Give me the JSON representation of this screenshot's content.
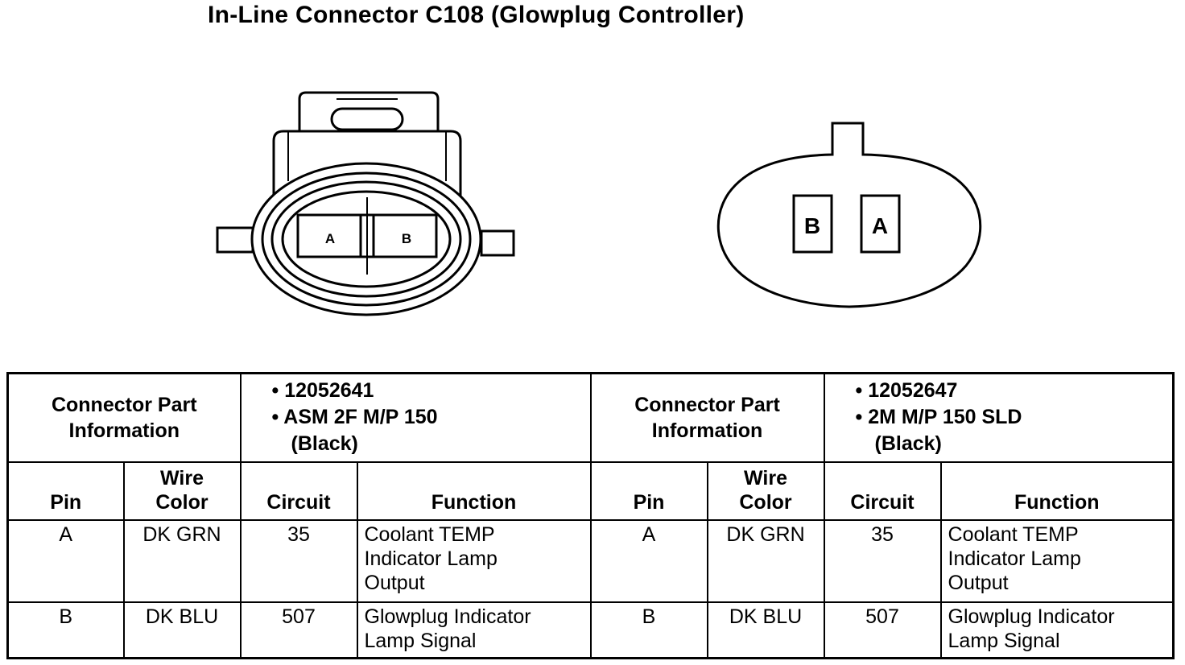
{
  "title": "In-Line Connector C108 (Glowplug Controller)",
  "connectors": {
    "left": {
      "cavities": [
        "A",
        "B"
      ]
    },
    "right": {
      "cavities": [
        "B",
        "A"
      ]
    }
  },
  "table": {
    "part_info_label": [
      "Connector Part",
      "Information"
    ],
    "left_part": [
      "• 12052641",
      "• ASM 2F M/P 150",
      "(Black)"
    ],
    "right_part": [
      "• 12052647",
      "• 2M M/P 150 SLD",
      "(Black)"
    ],
    "columns": {
      "pin": "Pin",
      "wire_color": [
        "Wire",
        "Color"
      ],
      "circuit": "Circuit",
      "function": "Function"
    },
    "rows": [
      {
        "pin": "A",
        "wire_color": "DK GRN",
        "circuit": "35",
        "function": [
          "Coolant TEMP",
          "Indicator Lamp",
          "Output"
        ]
      },
      {
        "pin": "B",
        "wire_color": "DK BLU",
        "circuit": "507",
        "function": [
          "Glowplug Indicator",
          "Lamp Signal"
        ]
      }
    ]
  }
}
